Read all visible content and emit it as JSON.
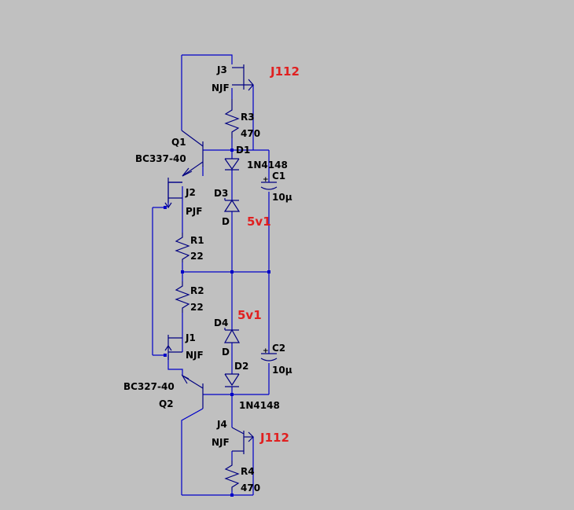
{
  "accent_colors": {
    "wire": "#0000c8",
    "component": "#000080",
    "note": "#e02020",
    "background": "#c0c0c0"
  },
  "components": {
    "J3": {
      "ref": "J3",
      "value": "NJF"
    },
    "R3": {
      "ref": "R3",
      "value": "470"
    },
    "Q1": {
      "ref": "Q1",
      "value": "BC337-40"
    },
    "D1": {
      "ref": "D1",
      "value": "1N4148"
    },
    "C1": {
      "ref": "C1",
      "value": "10µ"
    },
    "D3": {
      "ref": "D3",
      "value": "D"
    },
    "J2": {
      "ref": "J2",
      "value": "PJF"
    },
    "R1": {
      "ref": "R1",
      "value": "22"
    },
    "R2": {
      "ref": "R2",
      "value": "22"
    },
    "D4": {
      "ref": "D4",
      "value": "D"
    },
    "J1": {
      "ref": "J1",
      "value": "NJF"
    },
    "C2": {
      "ref": "C2",
      "value": "10µ"
    },
    "D2": {
      "ref": "D2",
      "value": "1N4148"
    },
    "Q2": {
      "ref": "Q2",
      "value": "BC327-40"
    },
    "J4": {
      "ref": "J4",
      "value": "NJF"
    },
    "R4": {
      "ref": "R4",
      "value": "470"
    }
  },
  "notes": {
    "top_jfet": "J112",
    "bottom_jfet": "J112",
    "upper_zener": "5v1",
    "lower_zener": "5v1"
  }
}
